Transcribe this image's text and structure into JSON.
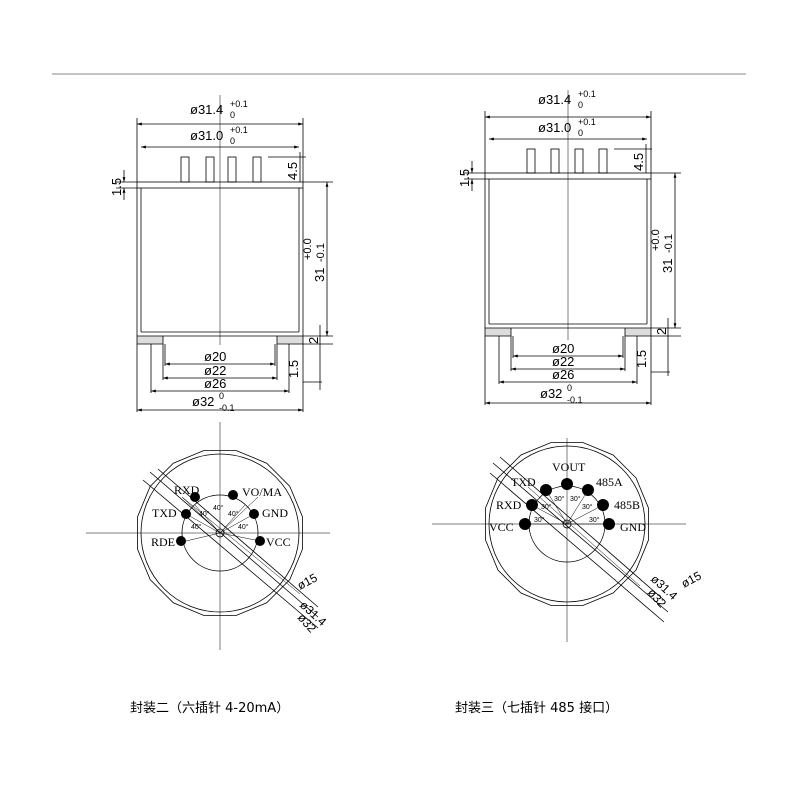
{
  "packages": [
    {
      "caption": "封装二（六插针 4-20mA）",
      "side": {
        "outer_dia": "ø31.4",
        "outer_tol": "+0.1",
        "outer_tol2": "0",
        "inner_dia": "ø31.0",
        "inner_tol": "+0.1",
        "inner_tol2": "0",
        "rim": "1.5",
        "pin_len": "4.5",
        "height_a": "31",
        "height_b": "+0.0",
        "height_c": "-0.1",
        "step": "2",
        "base_h": "1.5",
        "d20": "ø20",
        "d22": "ø22",
        "d26": "ø26",
        "d32": "ø32",
        "d32_tol": "0",
        "d32_tol2": "-0.1"
      },
      "bottom": {
        "pins": [
          "RXD",
          "VO/MA",
          "TXD",
          "GND",
          "RDE",
          "VCC"
        ],
        "angles": [
          "40°",
          "40°",
          "40°",
          "40°",
          "40°"
        ],
        "d15": "ø15",
        "d314": "ø31.4",
        "d32": "ø32"
      }
    },
    {
      "caption": "封装三（七插针 485 接口）",
      "side": {
        "outer_dia": "ø31.4",
        "outer_tol": "+0.1",
        "outer_tol2": "0",
        "inner_dia": "ø31.0",
        "inner_tol": "+0.1",
        "inner_tol2": "0",
        "rim": "1.5",
        "pin_len": "4.5",
        "height_a": "31",
        "height_b": "+0.0",
        "height_c": "-0.1",
        "step": "2",
        "base_h": "1.5",
        "d20": "ø20",
        "d22": "ø22",
        "d26": "ø26",
        "d32": "ø32",
        "d32_tol": "0",
        "d32_tol2": "-0.1"
      },
      "bottom": {
        "pins": [
          "VOUT",
          "TXD",
          "485A",
          "RXD",
          "485B",
          "VCC",
          "GND"
        ],
        "angles": [
          "30°",
          "30°",
          "30°",
          "30°",
          "30°",
          "30°"
        ],
        "d15": "ø15",
        "d314": "ø31.4",
        "d32": "ø32"
      }
    }
  ]
}
